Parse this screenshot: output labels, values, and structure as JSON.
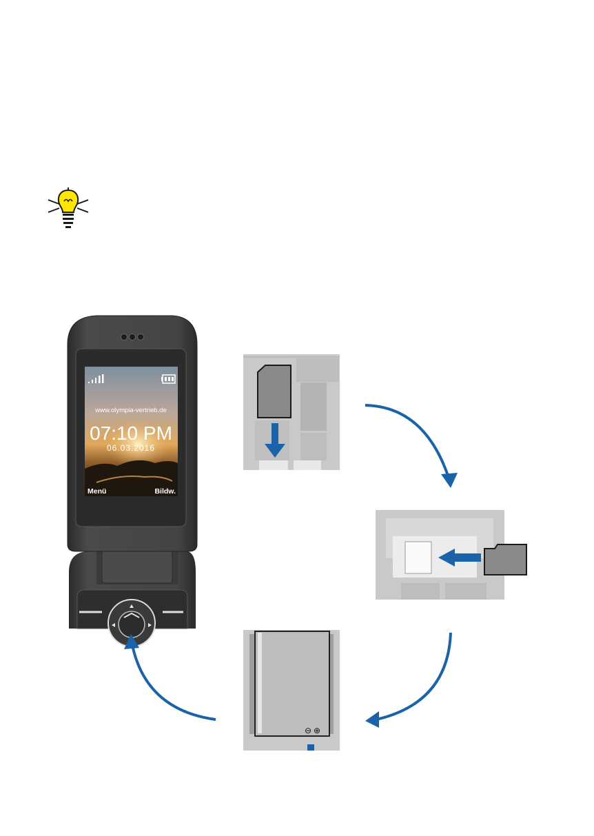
{
  "phone_screen": {
    "website": "www.olympia-vertrieb.de",
    "time": "07:10 PM",
    "date": "06.03.2016",
    "softkey_left": "Menü",
    "softkey_right": "Bildw."
  },
  "icons": {
    "tip": "lightbulb-icon",
    "signal": "signal-bars-icon",
    "battery": "battery-icon",
    "sim_card": "sim-card-icon",
    "micro_sd": "micro-sd-card-icon",
    "phone_battery": "phone-battery-icon"
  },
  "battery_polarity": {
    "minus": "⊖",
    "plus": "⊕"
  },
  "colors": {
    "arrow_blue": "#1a63a8",
    "bulb_yellow": "#ffe600",
    "phone_body": "#3c3c3c",
    "device_gray": "#c9c9c9"
  }
}
